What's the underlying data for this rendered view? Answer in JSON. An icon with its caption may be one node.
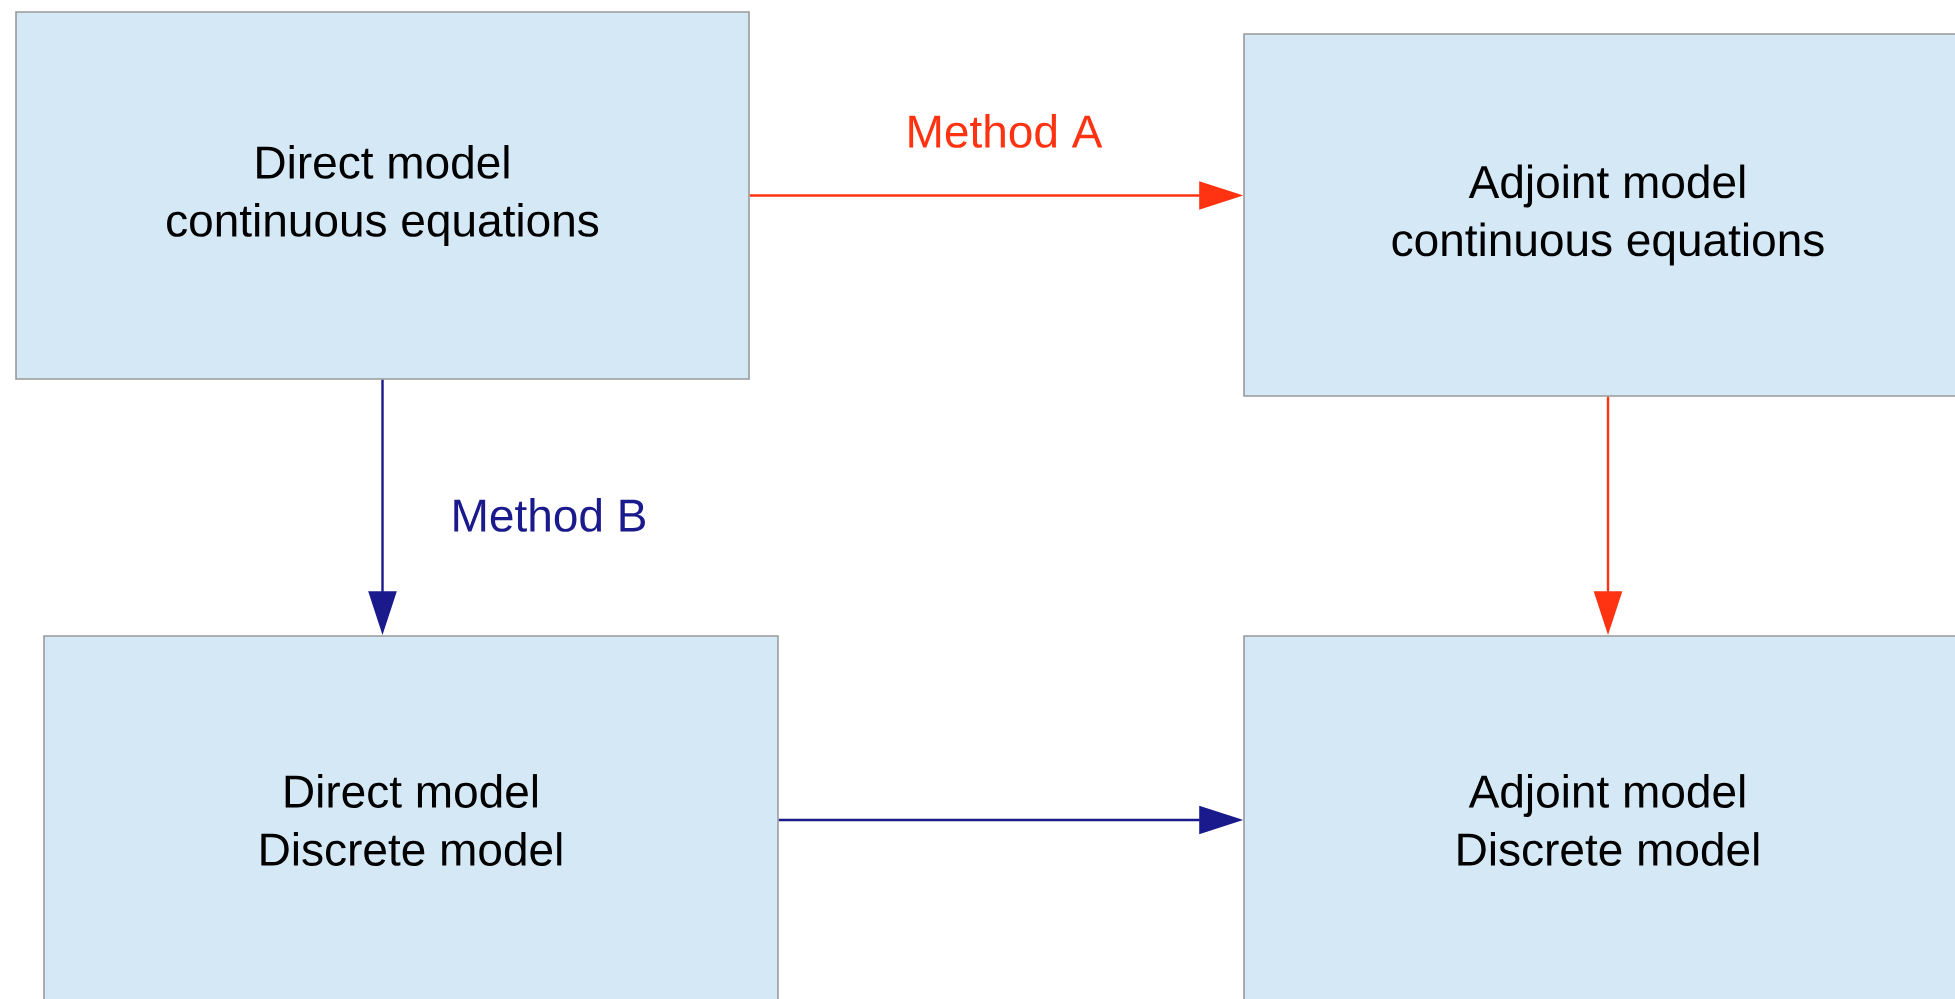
{
  "diagram": {
    "nodes": [
      {
        "text": [
          "Direct model",
          "continuous equations"
        ]
      },
      {
        "text": [
          "Adjoint model",
          "continuous equations"
        ]
      },
      {
        "text": [
          "Direct model",
          "Discrete model"
        ]
      },
      {
        "text": [
          "Adjoint model",
          "Discrete model"
        ]
      }
    ],
    "edges": [
      {
        "from": 0,
        "to": 1,
        "arrow": "to",
        "label": "Method A",
        "color": "#ff3311"
      },
      {
        "from": 0,
        "to": 2,
        "arrow": "to",
        "label": "Method B",
        "color": "#1a1a8c"
      },
      {
        "from": 1,
        "to": 3,
        "arrow": "to",
        "color": "#ff3311"
      },
      {
        "from": 2,
        "to": 3,
        "arrow": "to",
        "color": "#1a1a8c"
      }
    ]
  }
}
